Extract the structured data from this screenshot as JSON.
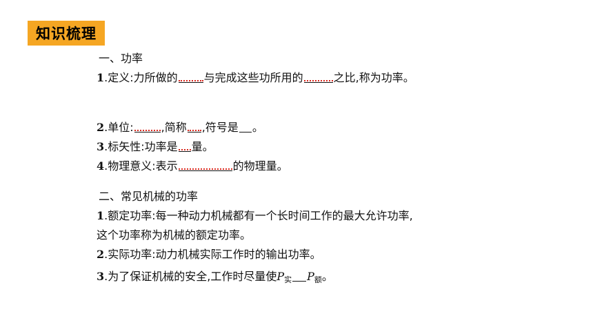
{
  "badge": "知识梳理",
  "sec1": {
    "heading": "一、功率",
    "item1": {
      "num": "1",
      "pre": ".定义:力所做的",
      "mid": "与完成这些功所用的",
      "post": "之比,称为功率。"
    },
    "item2": {
      "num": "2",
      "pre": ".单位:",
      "mid1": ",简称",
      "mid2": ",符号是",
      "post": "。"
    },
    "item3": {
      "num": "3",
      "pre": ".标矢性:功率是",
      "post": "量。"
    },
    "item4": {
      "num": "4",
      "pre": ".物理意义:表示",
      "post": "的物理量。"
    }
  },
  "sec2": {
    "heading": "二、常见机械的功率",
    "item1": {
      "num": "1",
      "line1": ".额定功率:每一种动力机械都有一个长时间工作的最大允许功率,",
      "line2": "这个功率称为机械的额定功率。"
    },
    "item2": {
      "num": "2",
      "text": ".实际功率:动力机械实际工作时的输出功率。"
    },
    "item3": {
      "num": "3",
      "pre": ".为了保证机械的安全,工作时尽量使",
      "p1": "P",
      "sub1": "实",
      "p2": "P",
      "sub2": "额",
      "post": "。"
    }
  }
}
